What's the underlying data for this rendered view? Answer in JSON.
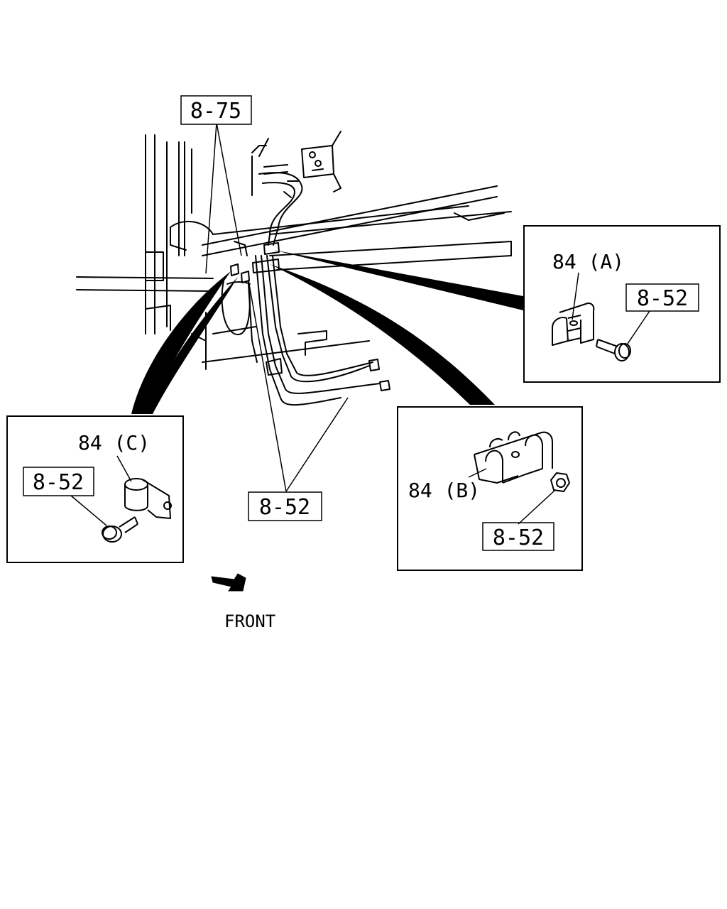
{
  "callouts": {
    "main_top": "8-75",
    "main_bottom": "8-52",
    "detail_a_part": "84 (A)",
    "detail_a_ref": "8-52",
    "detail_b_part": "84 (B)",
    "detail_b_ref": "8-52",
    "detail_c_part": "84 (C)",
    "detail_c_ref": "8-52"
  },
  "direction_label": "FRONT",
  "icons": [
    "front-arrow-icon"
  ]
}
